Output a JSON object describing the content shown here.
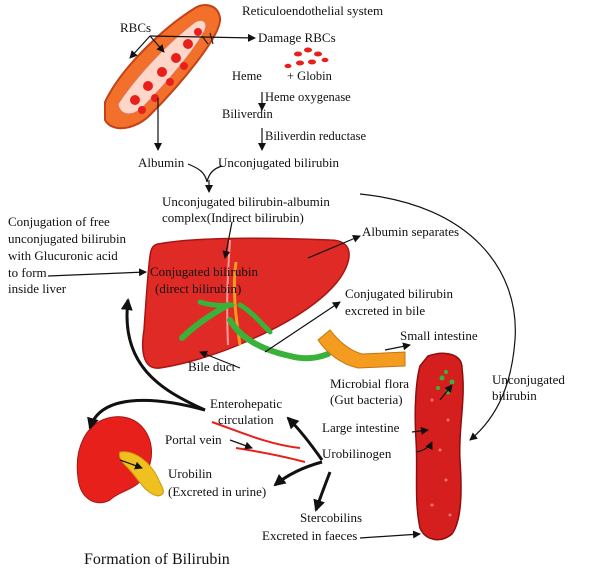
{
  "title": "Formation of Bilirubin",
  "labels": {
    "reticuloendothelial": "Reticuloendothelial system",
    "rbcs": "RBCs",
    "damage_rbcs": "Damage RBCs",
    "heme": "Heme",
    "plus_globin": "+ Globin",
    "heme_oxygenase": "Heme oxygenase",
    "biliverdin": "Biliverdin",
    "biliverdin_reductase": "Biliverdin reductase",
    "albumin": "Albumin",
    "unconjugated_bilirubin": "Unconjugated bilirubin",
    "complex_line1": "Unconjugated bilirubin-albumin",
    "complex_line2": "complex(Indirect bilirubin)",
    "albumin_separates": "Albumin separates",
    "conj_free_line1": "Conjugation of free",
    "conj_free_line2": "unconjugated bilirubin",
    "conj_free_line3": "with Glucuronic acid",
    "conj_free_line4": "to form",
    "conj_free_line5": "inside liver",
    "conj_bili_line1": "Conjugated bilirubin",
    "conj_bili_line2": "(direct bilirubin)",
    "excreted_bile_line1": "Conjugated bilirubin",
    "excreted_bile_line2": "excreted in bile",
    "small_intestine": "Small intestine",
    "bile_duct": "Bile duct",
    "microbial_line1": "Microbial flora",
    "microbial_line2": "(Gut bacteria)",
    "unconj_right_line1": "Unconjugated",
    "unconj_right_line2": "bilirubin",
    "entero_line1": "Enterohepatic",
    "entero_line2": "circulation",
    "large_intestine": "Large intestine",
    "portal_vein": "Portal vein",
    "urobilinogen": "Urobilinogen",
    "urobilin_line1": "Urobilin",
    "urobilin_line2": "(Excreted in urine)",
    "stercobilins_line1": "Stercobilins",
    "stercobilins_line2": "Excreted in faeces"
  },
  "colors": {
    "rbc_vessel": "#f2702a",
    "rbc_cell": "#e8201c",
    "liver": "#e02a25",
    "kidney": "#e8201c",
    "bile_duct": "#3ab23a",
    "small_intestine": "#f39c20",
    "large_intestine": "#d51f1f",
    "urobilin_yellow": "#f0c020"
  }
}
